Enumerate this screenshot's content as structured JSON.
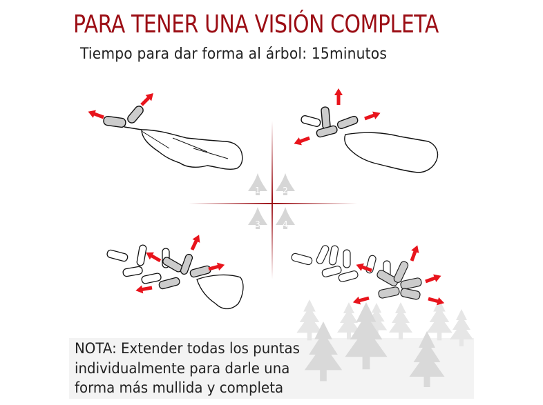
{
  "header": {
    "title": "PARA TENER UNA VISIÓN COMPLETA",
    "subtitle": "Tiempo para dar forma al árbol: 15minutos"
  },
  "diagram": {
    "quadrant_labels": [
      "1",
      "2",
      "3",
      "4"
    ],
    "colors": {
      "title": "#9b0d14",
      "crosshair": "#9b0d14",
      "arrow": "#e8141c",
      "branch_fill": "#cccccc",
      "marker_tree": "#d6d6d6",
      "note_band": "#f3f3f3",
      "forest": "#e2e2e2"
    },
    "steps": [
      {
        "id": 1,
        "icon": "branch-folded-icon",
        "arrows": 2
      },
      {
        "id": 2,
        "icon": "branch-first-tier-icon",
        "arrows": 3
      },
      {
        "id": 3,
        "icon": "branch-second-tier-icon",
        "arrows": 4
      },
      {
        "id": 4,
        "icon": "branch-full-icon",
        "arrows": 5
      }
    ]
  },
  "note": {
    "lines": [
      "NOTA: Extender todas los puntas",
      "individualmente para darle una",
      "forma más mullida y completa"
    ]
  }
}
